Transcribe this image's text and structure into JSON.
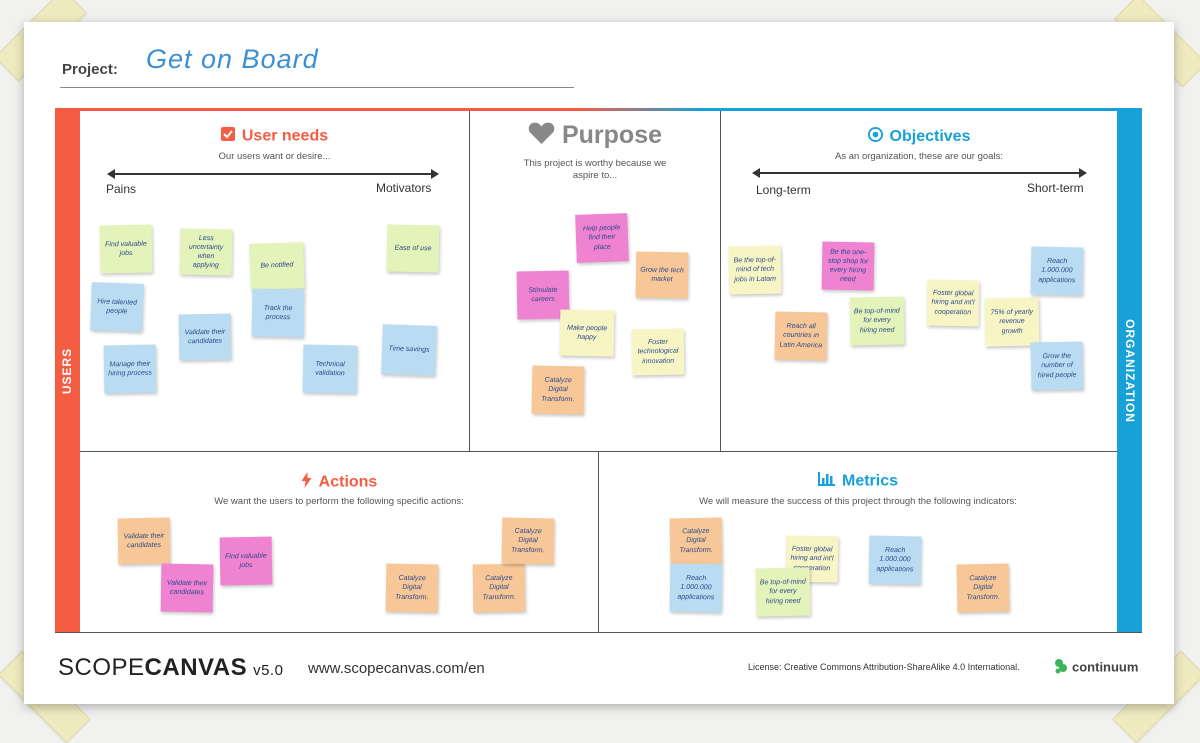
{
  "project": {
    "label": "Project:",
    "name": "Get on Board"
  },
  "side_labels": {
    "left": "USERS",
    "right": "ORGANIZATION"
  },
  "colors": {
    "users": "#f55d43",
    "organization": "#18a0d8",
    "purpose": "#888888"
  },
  "sections": {
    "user_needs": {
      "title": "User needs",
      "icon": "checkbox-icon",
      "subtitle": "Our users want or desire...",
      "axis_left": "Pains",
      "axis_right": "Motivators",
      "notes": [
        {
          "text": "Find valuable jobs",
          "color": "green"
        },
        {
          "text": "Less uncertainty when applying",
          "color": "green"
        },
        {
          "text": "Be notified",
          "color": "green"
        },
        {
          "text": "Ease of use",
          "color": "green"
        },
        {
          "text": "Hire talented people",
          "color": "blue"
        },
        {
          "text": "Validate their candidates",
          "color": "blue"
        },
        {
          "text": "Track the process",
          "color": "blue"
        },
        {
          "text": "Time savings",
          "color": "blue"
        },
        {
          "text": "Manage their hiring process",
          "color": "blue"
        },
        {
          "text": "Technical validation",
          "color": "blue"
        }
      ]
    },
    "purpose": {
      "title": "Purpose",
      "icon": "heart-icon",
      "subtitle": "This project is worthy because we aspire to...",
      "notes": [
        {
          "text": "Help people find their place",
          "color": "pink"
        },
        {
          "text": "Grow the tech market",
          "color": "orange"
        },
        {
          "text": "Stimulate careers",
          "color": "pink"
        },
        {
          "text": "Make people happy",
          "color": "yellow"
        },
        {
          "text": "Foster technological innovation",
          "color": "yellow"
        },
        {
          "text": "Catalyze Digital Transform.",
          "color": "orange"
        }
      ]
    },
    "objectives": {
      "title": "Objectives",
      "icon": "target-icon",
      "subtitle": "As an organization, these are our goals:",
      "axis_left": "Long-term",
      "axis_right": "Short-term",
      "notes": [
        {
          "text": "Be the top-of-mind of tech jobs in Latam",
          "color": "yellow"
        },
        {
          "text": "Be the one-stop shop for every hiring need",
          "color": "pink"
        },
        {
          "text": "Reach all countries in Latin America",
          "color": "orange"
        },
        {
          "text": "Be top-of-mind for every hiring need",
          "color": "green"
        },
        {
          "text": "Foster global hiring and int'l cooperation",
          "color": "yellow"
        },
        {
          "text": "75% of yearly revenue growth",
          "color": "yellow"
        },
        {
          "text": "Reach 1.000.000 applications",
          "color": "blue"
        },
        {
          "text": "Grow the number of hired people",
          "color": "blue"
        }
      ]
    },
    "actions": {
      "title": "Actions",
      "icon": "lightning-icon",
      "subtitle": "We want the users to perform the following specific actions:",
      "notes": [
        {
          "text": "Validate their candidates",
          "color": "orange"
        },
        {
          "text": "Validate their candidates",
          "color": "pink"
        },
        {
          "text": "Find valuable jobs",
          "color": "pink"
        },
        {
          "text": "Catalyze Digital Transform.",
          "color": "orange"
        },
        {
          "text": "Catalyze Digital Transform.",
          "color": "orange"
        },
        {
          "text": "Catalyze Digital Transform.",
          "color": "orange"
        }
      ]
    },
    "metrics": {
      "title": "Metrics",
      "icon": "bar-chart-icon",
      "subtitle": "We will measure the success of this project through the following indicators:",
      "notes": [
        {
          "text": "Catalyze Digital Transform.",
          "color": "orange"
        },
        {
          "text": "Reach 1.000.000 applications",
          "color": "blue"
        },
        {
          "text": "Foster global hiring and int'l cooperation",
          "color": "yellow"
        },
        {
          "text": "Be top-of-mind for every hiring need",
          "color": "green"
        },
        {
          "text": "Reach 1.000.000 applications",
          "color": "blue"
        },
        {
          "text": "Catalyze Digital Transform.",
          "color": "orange"
        }
      ]
    }
  },
  "footer": {
    "logo_light": "SCOPE",
    "logo_bold": "CANVAS",
    "version": "v5.0",
    "url": "www.scopecanvas.com/en",
    "license": "License: Creative Commons Attribution-ShareAlike 4.0 International.",
    "brand": "continuum"
  }
}
